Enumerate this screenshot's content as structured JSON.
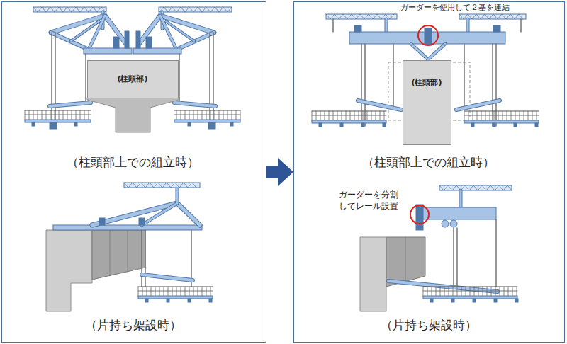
{
  "diagram": {
    "nodes": [
      {
        "text": [
          "（柱頭部上での組立時）",
          "（片持ち架設時）"
        ]
      },
      {
        "text": [
          "(柱頭部)"
        ],
        "in": 0
      },
      {
        "text": [
          "（柱頭部上での組立時）",
          "（片持ち架設時）"
        ]
      },
      {
        "text": [
          "(柱頭部)"
        ],
        "in": 2
      }
    ],
    "edges": [
      {
        "from": 0,
        "to": 2,
        "arrow": "to"
      }
    ],
    "labels": [
      "ガーダーを使用して２基を連結",
      "ガーダーを分割 してレール設置"
    ]
  }
}
